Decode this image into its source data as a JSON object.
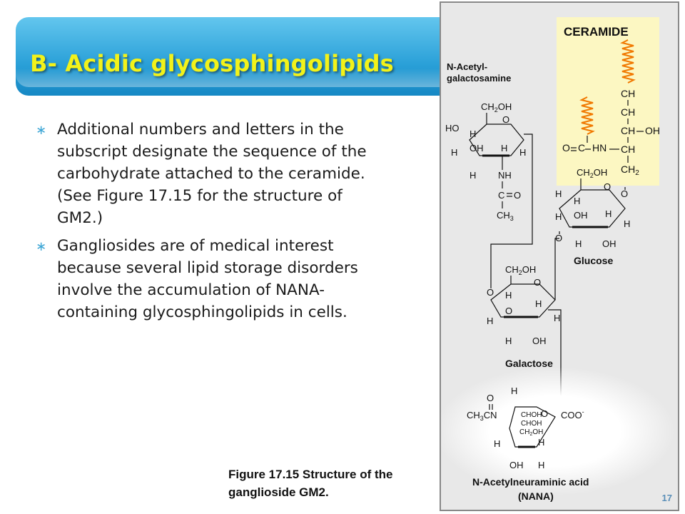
{
  "slide": {
    "title": "B- Acidic glycosphingolipids",
    "bullets": [
      "Additional numbers and letters in the subscript designate the sequence of the carbohydrate attached to the ceramide. (See Figure 17.15 for the structure of GM2.)",
      "Gangliosides are of medical interest because several lipid storage disorders involve the accumulation of NANA-containing glycosphingolipids in cells."
    ],
    "caption": "Figure 17.15 Structure of the ganglioside GM2.",
    "page_number": "17"
  },
  "figure": {
    "ceramide_label": "CERAMIDE",
    "galnac_line1": "N-Acetyl-",
    "galnac_line2": "galactosamine",
    "glucose_label": "Glucose",
    "galactose_label": "Galactose",
    "nana_line1": "N-Acetylneuraminic acid",
    "nana_line2": "(NANA)",
    "ceramide_atoms": [
      "CH",
      "CH",
      "CH",
      "CH",
      "OH",
      "CH",
      "O",
      "C",
      "HN"
    ],
    "galnac_atoms": [
      "CH",
      "OH",
      "O",
      "HO",
      "H",
      "H",
      "OH",
      "H",
      "H",
      "H",
      "NH",
      "C",
      "O",
      "CH"
    ],
    "glucose_atoms": [
      "CH",
      "OH",
      "O",
      "H",
      "H",
      "H",
      "OH",
      "H",
      "H",
      "O",
      "H",
      "OH"
    ],
    "galactose_atoms": [
      "CH",
      "OH",
      "O",
      "O",
      "H",
      "H",
      "O",
      "H",
      "H",
      "H",
      "OH"
    ],
    "nana_atoms": [
      "O",
      "H",
      "CH",
      "CN",
      "CHOH",
      "CHOH",
      "CH",
      "OH",
      "O",
      "COO",
      "H",
      "H",
      "OH",
      "H"
    ],
    "superscript_minus": "-",
    "sub2": "2",
    "sub3": "3",
    "ceramide_box_color": "#fcf7c2",
    "zigzag_color": "#f07800",
    "nana_glow_color": "#ffffff",
    "panel_color": "#e8e8e8"
  }
}
